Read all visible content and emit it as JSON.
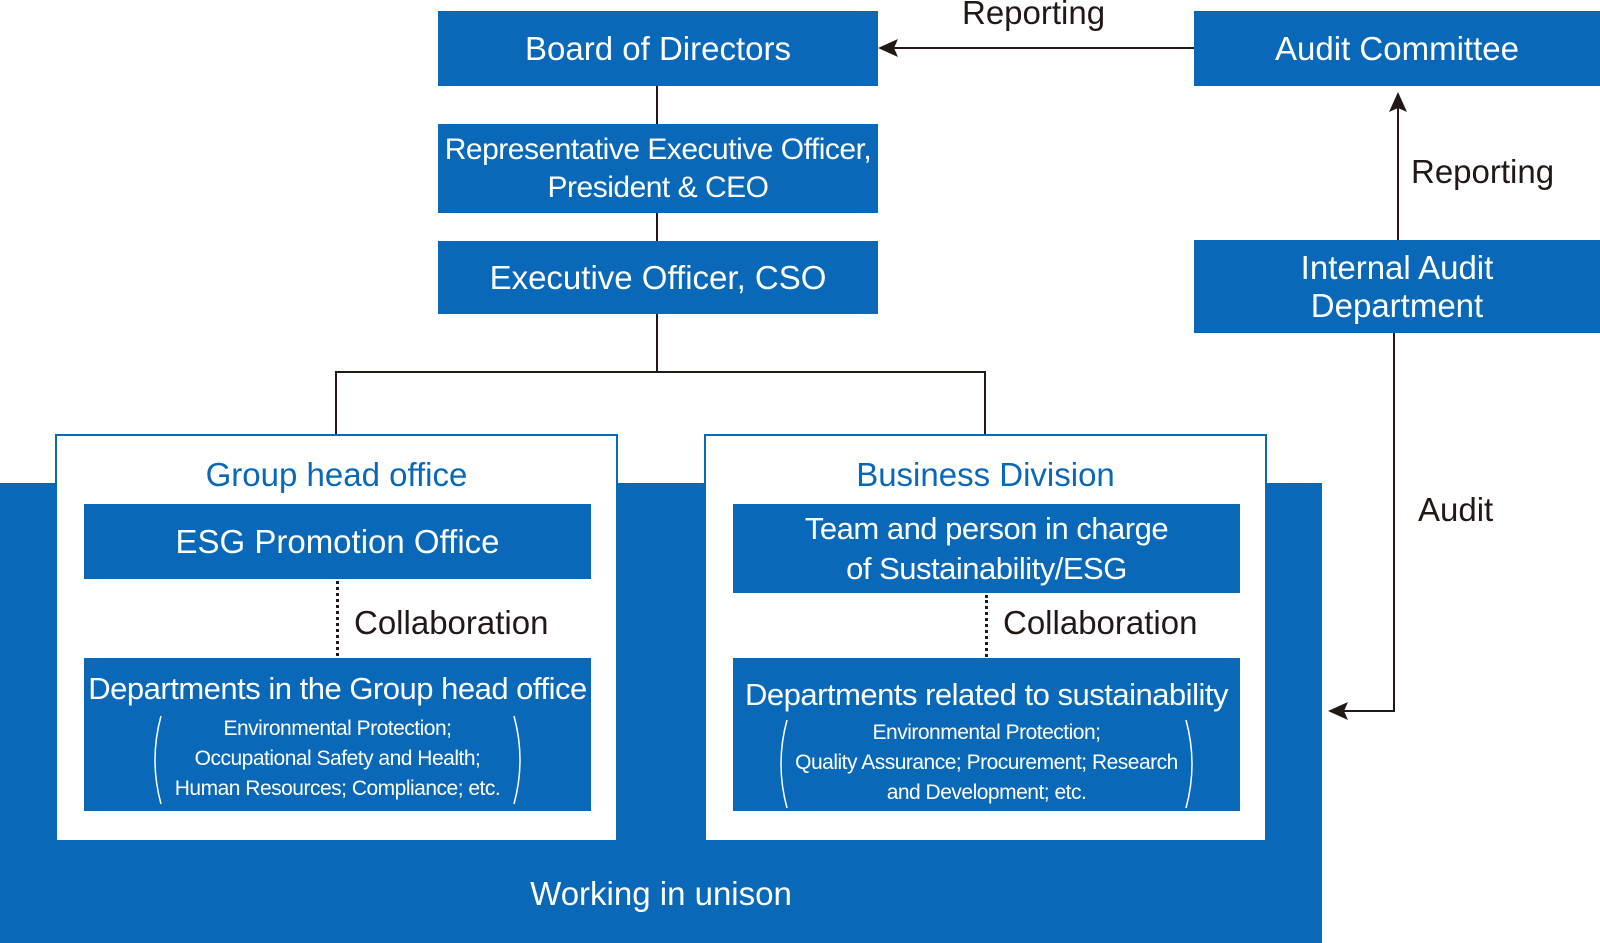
{
  "colors": {
    "accent": "#0a68b8",
    "line": "#231815",
    "text_on_accent": "#ffffff"
  },
  "board": "Board of Directors",
  "ceo": {
    "line1": "Representative Executive Officer,",
    "line2": "President & CEO"
  },
  "cso": "Executive Officer, CSO",
  "audit_committee": "Audit Committee",
  "internal_audit": {
    "line1": "Internal Audit",
    "line2": "Department"
  },
  "edges": {
    "reporting_top": "Reporting",
    "reporting_right": "Reporting",
    "audit": "Audit"
  },
  "group_head_office": {
    "title": "Group head office",
    "esg_office": "ESG Promotion Office",
    "collaboration": "Collaboration",
    "departments": {
      "title": "Departments in the Group head office",
      "line1": "Environmental Protection;",
      "line2": "Occupational Safety and Health;",
      "line3": "Human Resources; Compliance; etc."
    }
  },
  "business_division": {
    "title": "Business Division",
    "team": {
      "line1": "Team and person in charge",
      "line2": "of Sustainability/ESG"
    },
    "collaboration": "Collaboration",
    "departments": {
      "title": "Departments related to sustainability",
      "line1": "Environmental Protection;",
      "line2": "Quality Assurance; Procurement; Research",
      "line3": "and Development; etc."
    }
  },
  "footer": "Working in unison"
}
